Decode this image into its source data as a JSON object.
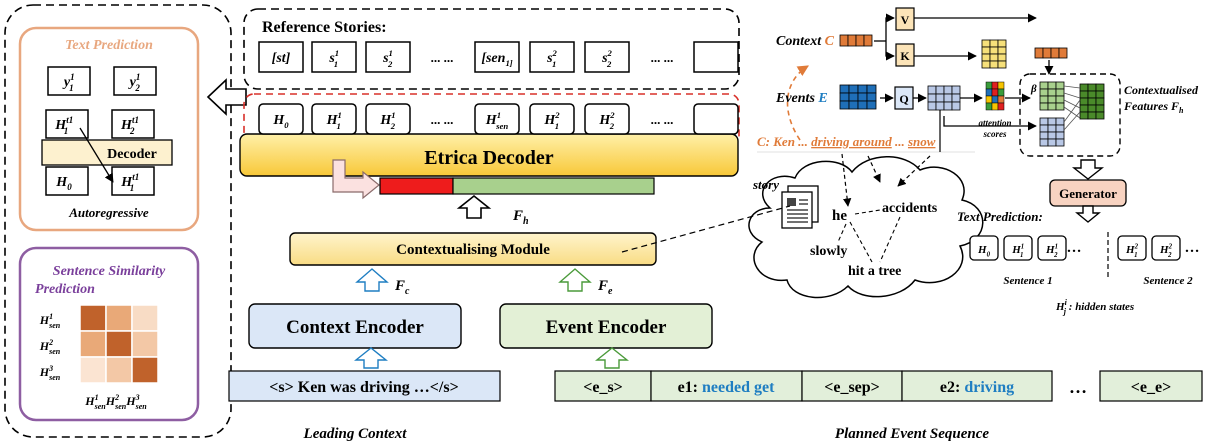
{
  "left_panel": {
    "text_prediction": {
      "title": "Text Prediction",
      "tokens_top": [
        "y1",
        "y2"
      ],
      "tokens_mid": [
        "H1",
        "H2"
      ],
      "decoder_label": "Decoder",
      "tokens_bottom": [
        "H0",
        "H1"
      ],
      "caption": "Autoregressive"
    },
    "sentence_similarity": {
      "title_line1": "Sentence Similarity",
      "title_line2": "Prediction",
      "row_labels": [
        "H1sen",
        "H2sen",
        "H3sen"
      ],
      "col_labels": "H1senH2senH3sen",
      "matrix_colors": [
        [
          "#c0622b",
          "#e9a978",
          "#f8dcc5"
        ],
        [
          "#e9a978",
          "#c0622b",
          "#f3c8a6"
        ],
        [
          "#fbe4d2",
          "#f3c8a6",
          "#c0622b"
        ]
      ]
    }
  },
  "reference_stories": {
    "title": "Reference Stories:",
    "tokens": [
      "[st]",
      "s1",
      "s2",
      "... ...",
      "[sen1]",
      "s1",
      "s2",
      "... ...",
      ""
    ]
  },
  "hidden_states": [
    "H0",
    "H1",
    "H2",
    "... ...",
    "H1sen",
    "H1",
    "H2",
    "... ...",
    ""
  ],
  "decoder_label": "Etrica Decoder",
  "fh_label": "Fh",
  "contextualising_label": "Contextualising Module",
  "fc_label": "Fc",
  "fe_label": "Fe",
  "context_encoder_label": "Context Encoder",
  "event_encoder_label": "Event Encoder",
  "leading_context_text": "<s> Ken was driving …</s>",
  "leading_context_caption": "Leading Context",
  "event_sequence": [
    {
      "id": "e_s",
      "text": "<e_s>"
    },
    {
      "id": "e1",
      "prefix": "e1: ",
      "highlight": "needed get"
    },
    {
      "id": "e_sep",
      "text": "<e_sep>"
    },
    {
      "id": "e2",
      "prefix": "e2: ",
      "highlight": "driving"
    },
    {
      "id": "dots",
      "text": "…"
    },
    {
      "id": "e_e",
      "text": "<e_e>"
    }
  ],
  "event_sequence_caption": "Planned Event Sequence",
  "attention": {
    "context_label": "Context",
    "context_var": "C",
    "events_label": "Events",
    "events_var": "E",
    "v_label": "V",
    "k_label": "K",
    "q_label": "Q",
    "scores_label_1": "attention",
    "scores_label_2": "scores",
    "beta": "β",
    "features_label_1": "Contextualised",
    "features_label_2": "Features Fh",
    "generator_label": "Generator"
  },
  "story_cloud": {
    "c_prefix": "C: Ken ... ",
    "driving_around": "driving around",
    "snow": "snow",
    "story": "story",
    "he": "he",
    "accidents": "accidents",
    "slowly": "slowly",
    "hit_a_tree": "hit a tree"
  },
  "text_prediction_right": {
    "title": "Text Prediction:",
    "tokens": [
      "H0",
      "H1",
      "H2",
      "...",
      "H1",
      "H2",
      "..."
    ],
    "sentence1": "Sentence 1",
    "sentence2": "Sentence 2",
    "legend": "Hij : hidden states"
  },
  "colors": {
    "decoder_yellow": "#fbd85a",
    "module_yellow": "#fde6a0",
    "context_blue": "#dbe7f7",
    "event_green": "#e3f0d6",
    "event_cell_green": "#e2efda",
    "accent_blue": "#1f7ec2",
    "accent_orange": "#e07b39",
    "red_dash": "#d9302a"
  }
}
